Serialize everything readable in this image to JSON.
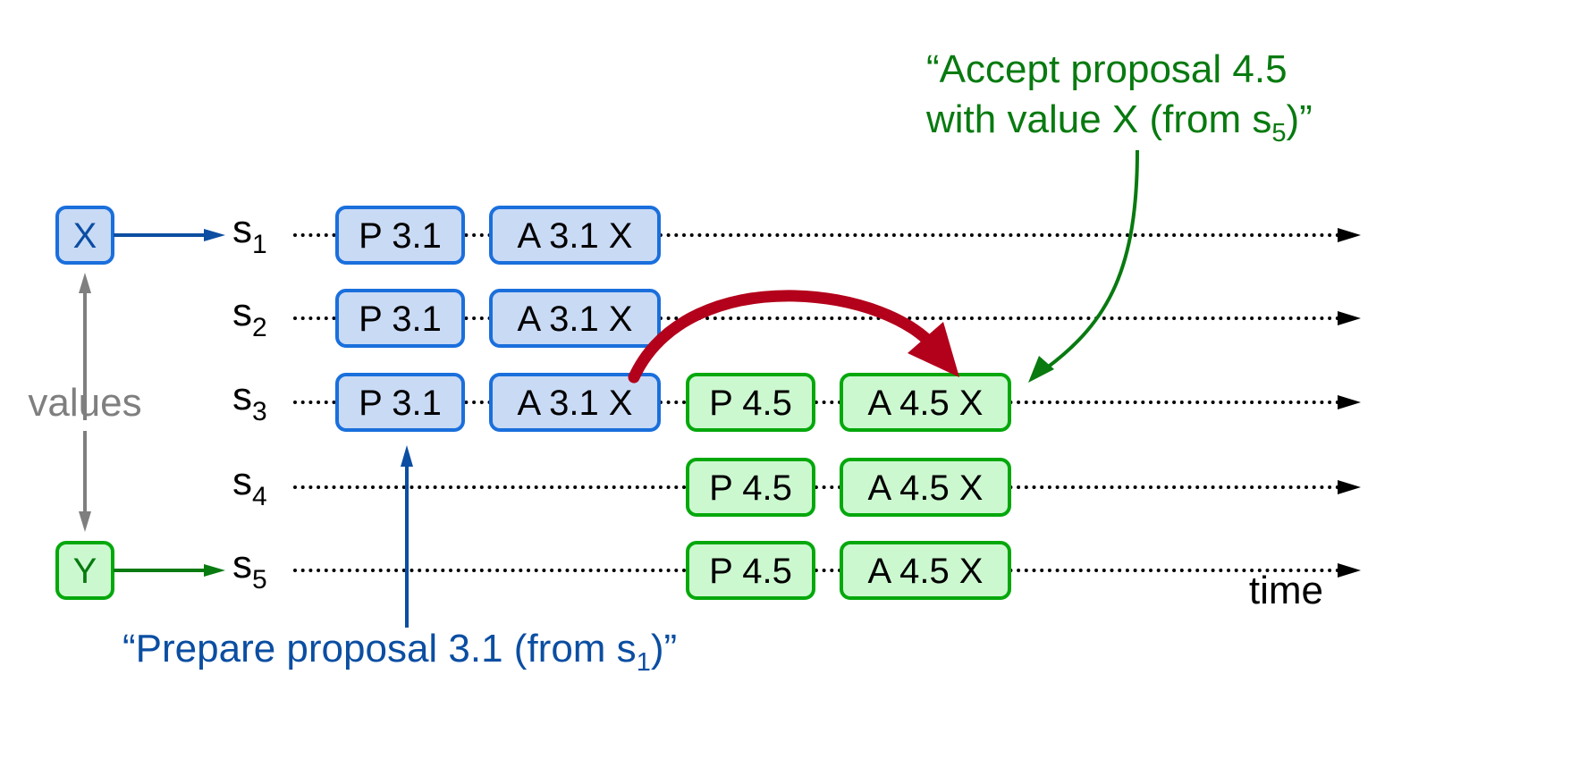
{
  "colors": {
    "blue_fill": "#c9daf5",
    "blue_stroke": "#1a6fdc",
    "blue_text": "#0b4ea2",
    "green_fill": "#ccf8d0",
    "green_stroke": "#04a80c",
    "green_text": "#087a10",
    "red_arrow": "#b3001b",
    "gray": "#7f7f7f",
    "black": "#000000"
  },
  "values": {
    "label": "values",
    "x": {
      "text": "X",
      "target": "s1",
      "color": "blue"
    },
    "y": {
      "text": "Y",
      "target": "s5",
      "color": "green"
    }
  },
  "servers": [
    {
      "id": "s1",
      "name": "s",
      "sub": "1"
    },
    {
      "id": "s2",
      "name": "s",
      "sub": "2"
    },
    {
      "id": "s3",
      "name": "s",
      "sub": "3"
    },
    {
      "id": "s4",
      "name": "s",
      "sub": "4"
    },
    {
      "id": "s5",
      "name": "s",
      "sub": "5"
    }
  ],
  "events": [
    {
      "server": "s1",
      "slot": 0,
      "text": "P 3.1",
      "color": "blue"
    },
    {
      "server": "s1",
      "slot": 1,
      "text": "A 3.1 X",
      "color": "blue"
    },
    {
      "server": "s2",
      "slot": 0,
      "text": "P 3.1",
      "color": "blue"
    },
    {
      "server": "s2",
      "slot": 1,
      "text": "A 3.1 X",
      "color": "blue"
    },
    {
      "server": "s3",
      "slot": 0,
      "text": "P 3.1",
      "color": "blue"
    },
    {
      "server": "s3",
      "slot": 1,
      "text": "A 3.1 X",
      "color": "blue"
    },
    {
      "server": "s3",
      "slot": 2,
      "text": "P 4.5",
      "color": "green"
    },
    {
      "server": "s3",
      "slot": 3,
      "text": "A 4.5 X",
      "color": "green"
    },
    {
      "server": "s4",
      "slot": 2,
      "text": "P 4.5",
      "color": "green"
    },
    {
      "server": "s4",
      "slot": 3,
      "text": "A 4.5 X",
      "color": "green"
    },
    {
      "server": "s5",
      "slot": 2,
      "text": "P 4.5",
      "color": "green"
    },
    {
      "server": "s5",
      "slot": 3,
      "text": "A 4.5 X",
      "color": "green"
    }
  ],
  "axis": {
    "label": "time"
  },
  "annotations": {
    "prepare": {
      "prefix": "“Prepare proposal 3.1 (from s",
      "sub": "1",
      "suffix": ")”"
    },
    "accept_line1": "“Accept proposal 4.5",
    "accept_line2": {
      "prefix": "with value X (from s",
      "sub": "5",
      "suffix": ")”"
    }
  }
}
